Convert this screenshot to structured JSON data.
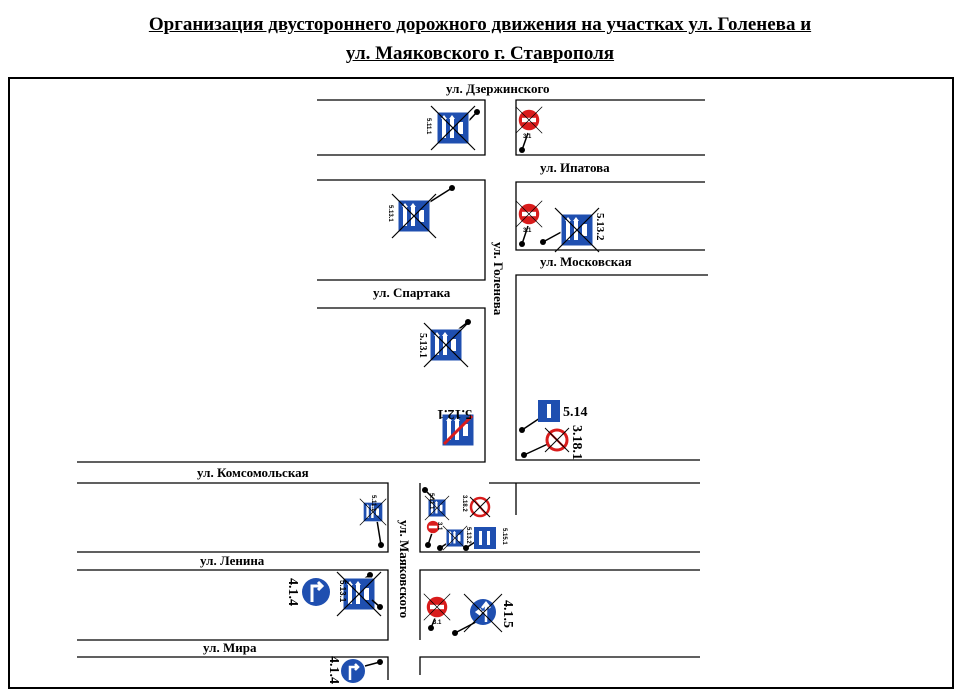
{
  "title": {
    "line1": "Организация двустороннего дорожного движения на участках  ул. Голенева и",
    "line2": "ул. Маяковского  г. Ставрополя"
  },
  "streets": {
    "dzerzhinskogo": "ул. Дзержинского",
    "ipatova": "ул. Ипатова",
    "moskovskaya": "ул. Московская",
    "spartaka": "ул. Спартака",
    "goleneva": "ул. Голенева",
    "komsomolskaya": "ул. Комсомольская",
    "lenina": "ул. Ленина",
    "mayakovskogo": "ул. Маяковского",
    "mira": "ул. Мира"
  },
  "signs": {
    "s1": "5.11.1",
    "s2": "3.1",
    "s3": "5.13.1",
    "s4": "3.1",
    "s5": "5.13.2",
    "s6": "5.13.1",
    "s7": "5.12.1",
    "s8": "5.14",
    "s9": "3.18.1",
    "s10": "5.11.1",
    "s11": "5.11.1",
    "s12": "3.18.2",
    "s13": "3.1",
    "s14": "5.13.2",
    "s15": "5.15.1",
    "s16": "4.1.4",
    "s17": "5.13.1",
    "s18": "3.1",
    "s19": "4.1.5",
    "s20": "4.1.4"
  },
  "colors": {
    "sign_blue": "#1f4fb0",
    "sign_red": "#d91c1c",
    "cross_line": "#000000"
  }
}
